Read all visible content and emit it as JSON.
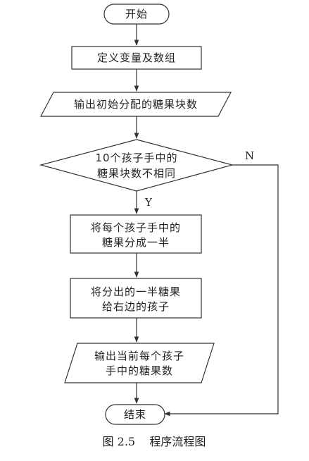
{
  "nodes": {
    "start": "开始",
    "define": "定义变量及数组",
    "output_initial": "输出初始分配的糖果块数",
    "decision_line1": "10个孩子手中的",
    "decision_line2": "糖果块数不相同",
    "halve_line1": "将每个孩子手中的",
    "halve_line2": "糖果分成一半",
    "give_line1": "将分出的一半糖果",
    "give_line2": "给右边的孩子",
    "output_current_line1": "输出当前每个孩子",
    "output_current_line2": "手中的糖果数",
    "end": "结束"
  },
  "edges": {
    "yes": "Y",
    "no": "N"
  },
  "caption": "图 2.5    程序流程图"
}
